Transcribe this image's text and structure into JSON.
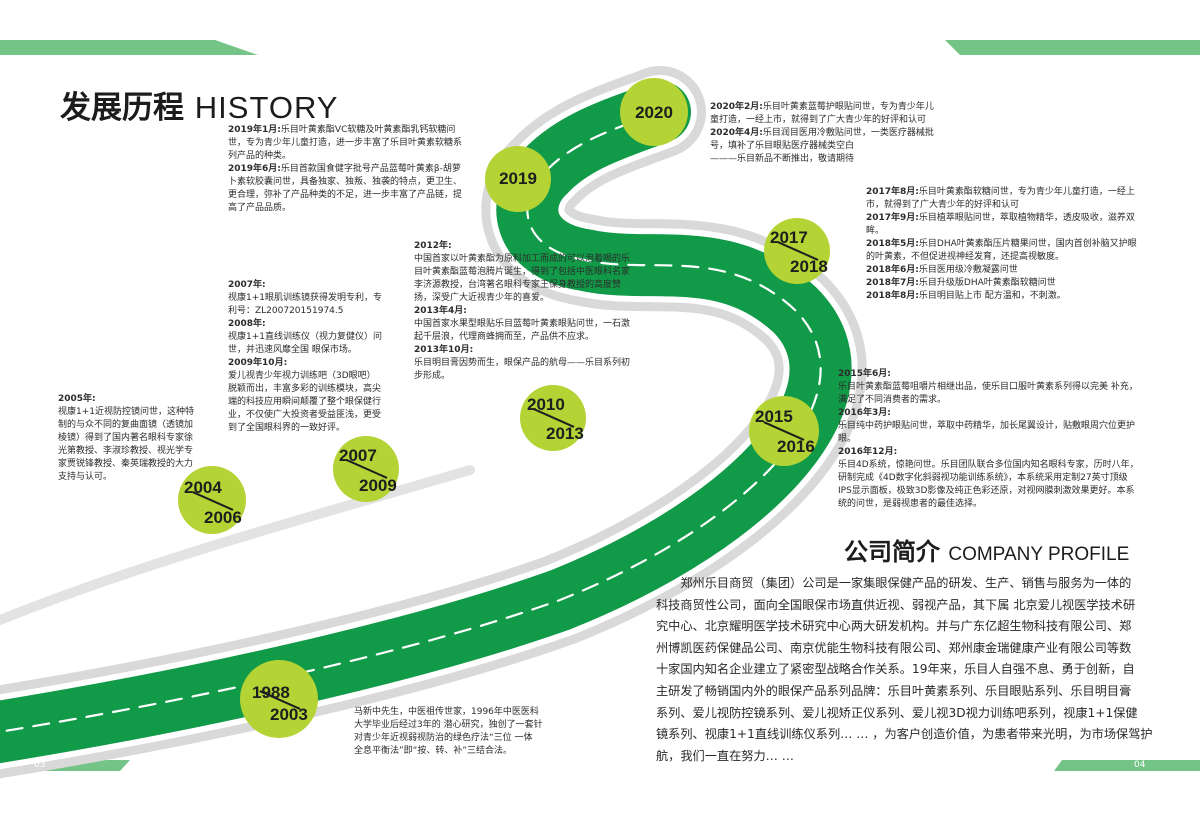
{
  "page": {
    "title_cn": "发展历程",
    "title_en": "HISTORY",
    "left_page_number": "03",
    "right_page_number": "04"
  },
  "colors": {
    "road_green": "#119a48",
    "road_edge_gray": "#d9d9d9",
    "badge_lime": "#b4d335",
    "band_green": "#75c487"
  },
  "timeline": {
    "y1988": {
      "year_a": "1988",
      "year_b": "2003",
      "lines": [
        "马新中先生，中医祖传世家，1996年中医医科",
        "大学毕业后经过3年的 潜心研究，独创了一套针",
        "对青少年近视弱视防治的绿色疗法“三位   一体",
        "全息平衡法”即“按、转、补”三结合法。"
      ]
    },
    "y2004": {
      "year_a": "2004",
      "year_b": "2006",
      "header": "2005年:",
      "lines": [
        "视康1+1近视防控镜问世，这种特",
        "制的与众不同的复曲面镜（透镜加",
        "棱镜）得到了国内著名眼科专家徐",
        "光第教授、李淑珍教授、视光学专",
        "家贾锐锋教授、秦英瑞教授的大力",
        "支持与认可。"
      ]
    },
    "y2007": {
      "year_a": "2007",
      "year_b": "2009",
      "h1": "2007年:",
      "l1": [
        "视康1+1眼肌训练镜获得发明专利，专",
        "利号：ZL200720151974.5"
      ],
      "h2": "2008年:",
      "l2": [
        "视康1+1直线训练仪（视力复健仪）问",
        "世，并迅速风靡全国  眼保市场。"
      ],
      "h3": "2009年10月:",
      "l3": [
        "爱儿视青少年视力训练吧（3D眼吧）",
        "脱颖而出，丰富多彩的训练模块，高尖",
        "端的科技应用瞬间颠覆了整个眼保健行",
        "业，不仅使广大投资者受益匪浅，更受",
        "到了全国眼科界的一致好评。"
      ]
    },
    "y2010": {
      "year_a": "2010",
      "year_b": "2013",
      "h1": "2012年:",
      "l1": [
        "中国首家以叶黄素酯为原料加工而成的可以泡着喝的乐",
        "目叶黄素酯蓝莓泡腾片诞生，得到了包括中医眼科名家",
        "李济源教授，台湾著名眼科专家王保身教授的高度赞",
        "扬，深受广大近视青少年的喜爱。"
      ],
      "h2": "2013年4月:",
      "l2": [
        "中国首家水果型眼贴乐目蓝莓叶黄素眼贴问世，一石激",
        "起千层浪，代理商蜂拥而至，产品供不应求。"
      ],
      "h3": "2013年10月:",
      "l3": [
        "乐目明目膏因势而生，眼保产品的航母——乐目系列初",
        "步形成。"
      ]
    },
    "y2019": {
      "year": "2019",
      "h1": "2019年1月:",
      "h1_rest": "乐目叶黄素酯VC软糖及叶黄素酯乳钙软糖问",
      "l1": [
        "世，专为青少年儿童打造，进一步丰富了乐目叶黄素软糖系",
        "列产品的种类。"
      ],
      "h2": "2019年6月:",
      "h2_rest": "乐目首款国食健字批号产品蓝莓叶黄素β-胡萝",
      "l2": [
        "卜素软胶囊问世，具备独家、独叛、独袭的特点，更卫生、",
        "更合理，弥补了产品种类的不足，进一步丰富了产品链，提",
        "高了产品品质。"
      ]
    },
    "y2020": {
      "year": "2020",
      "h1": "2020年2月:",
      "h1_rest": "乐目叶黄素蓝莓护眼贴问世，专为青少年儿",
      "l1": [
        "童打造，一经上市，就得到了广大青少年的好评和认可"
      ],
      "h2": "2020年4月:",
      "h2_rest": "乐目润目医用冷敷贴问世，一类医疗器械批",
      "l2": [
        "号，填补了乐目眼贴医疗器械类空白",
        "———乐目新品不断推出，敬请期待"
      ]
    },
    "y2017": {
      "year_a": "2017",
      "year_b": "2018",
      "items": [
        {
          "h": "2017年8月:",
          "t": "乐目叶黄素酯软糖问世，专为青少年儿童打造，一经上"
        },
        {
          "h": "",
          "t": "市，就得到了广大青少年的好评和认可"
        },
        {
          "h": "2017年9月:",
          "t": "乐目植萃眼贴问世，萃取植物精华，透皮吸收，滋养双"
        },
        {
          "h": "",
          "t": "眸。"
        },
        {
          "h": "2018年5月:",
          "t": "乐目DHA叶黄素酯压片糖果问世，国内首创补脑又护眼"
        },
        {
          "h": "",
          "t": "的叶黄素，不但促进视神经发育，还提高视敏度。"
        },
        {
          "h": "2018年6月:",
          "t": "乐目医用级冷敷凝露问世"
        },
        {
          "h": "2018年7月:",
          "t": "乐目升级版DHA叶黄素酯软糖问世"
        },
        {
          "h": "2018年8月:",
          "t": "乐目明目贴上市 配方温和，不刺激。"
        }
      ]
    },
    "y2015": {
      "year_a": "2015",
      "year_b": "2016",
      "h1": "2015年6月:",
      "l1": [
        "乐目叶黄素酯蓝莓咀嚼片相继出品，使乐目口服叶黄素系列得以完美 补充，",
        "满足了不同消费者的需求。"
      ],
      "h2": "2016年3月:",
      "l2": [
        "乐目纯中药护眼贴问世，萃取中药精华，加长尾翼设计，贴敷眼周穴位更护",
        "眼。"
      ],
      "h3": "2016年12月:",
      "l3": [
        "乐目4D系统，惊艳问世。乐目团队联合多位国内知名眼科专家，历时八年，",
        "研制完成《4D数字化斜弱视功能训练系统》，本系统采用定制27英寸顶级",
        "IPS显示面板，极致3D影像及纯正色彩还原，对视网膜刺激效果更好。本系",
        "统的问世，是弱视患者的最佳选择。"
      ]
    }
  },
  "profile": {
    "title_cn": "公司简介",
    "title_en": "COMPANY PROFILE",
    "lines": [
      "　　郑州乐目商贸（集团）公司是一家集眼保健产品的研发、生产、销售与服务为一体的",
      "科技商贸性公司，面向全国眼保市场直供近视、弱视产品，其下属 北京爱儿视医学技术研",
      "究中心、北京耀明医学技术研究中心两大研发机构。并与广东亿超生物科技有限公司、郑",
      "州博凯医药保健品公司、南京优能生物科技有限公司、郑州康金瑞健康产业有限公司等数",
      "十家国内知名企业建立了紧密型战略合作关系。19年来，乐目人自强不息、勇于创新，自",
      "主研发了畅销国内外的眼保产品系列品牌：乐目叶黄素系列、乐目眼贴系列、乐目明目膏",
      "系列、爱儿视防控镜系列、爱儿视矫正仪系列、爱儿视3D视力训练吧系列，视康1+1保健",
      "镜系列、视康1+1直线训练仪系列… … ，为客户创造价值，为患者带来光明，为市场保驾护",
      "航，我们一直在努力… …"
    ]
  }
}
